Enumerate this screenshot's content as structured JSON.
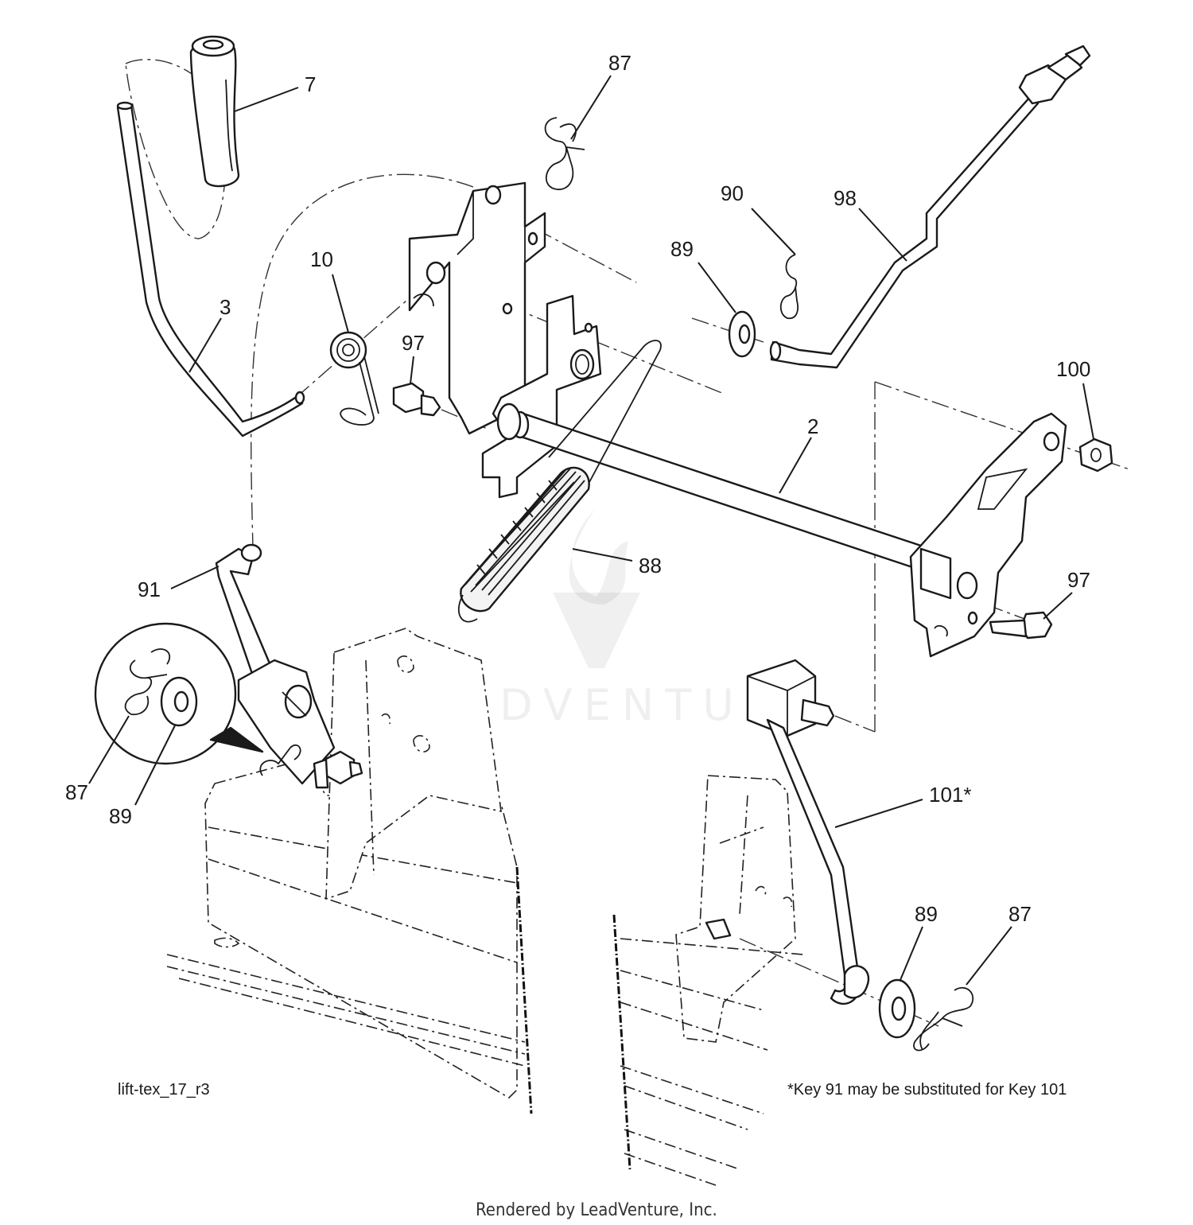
{
  "diagram_id": "lift-tex_17_r3",
  "footnote": "*Key 91 may be substituted for Key 101",
  "credit": "Rendered by LeadVenture, Inc.",
  "watermark": "LEADVENTURE",
  "callouts": {
    "c7": "7",
    "c87_top": "87",
    "c90": "90",
    "c98": "98",
    "c89_top": "89",
    "c10": "10",
    "c3": "3",
    "c97_left": "97",
    "c2": "2",
    "c100": "100",
    "c97_right": "97",
    "c88": "88",
    "c91": "91",
    "c87_left": "87",
    "c89_left": "89",
    "c101": "101*",
    "c89_bottom": "89",
    "c87_bottom": "87"
  }
}
